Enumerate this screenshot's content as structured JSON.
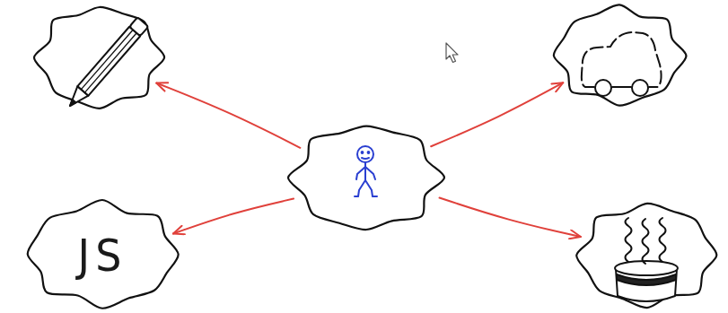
{
  "diagram": {
    "nodes": [
      {
        "text": []
      },
      {
        "text": []
      },
      {
        "text": []
      },
      {
        "text": [
          "JS"
        ]
      },
      {
        "text": []
      }
    ],
    "edges": [
      {
        "from": 2,
        "to": 0,
        "arrow": "to"
      },
      {
        "from": 2,
        "to": 1,
        "arrow": "to"
      },
      {
        "from": 2,
        "to": 3,
        "arrow": "to"
      },
      {
        "from": 2,
        "to": 4,
        "arrow": "to"
      }
    ]
  }
}
